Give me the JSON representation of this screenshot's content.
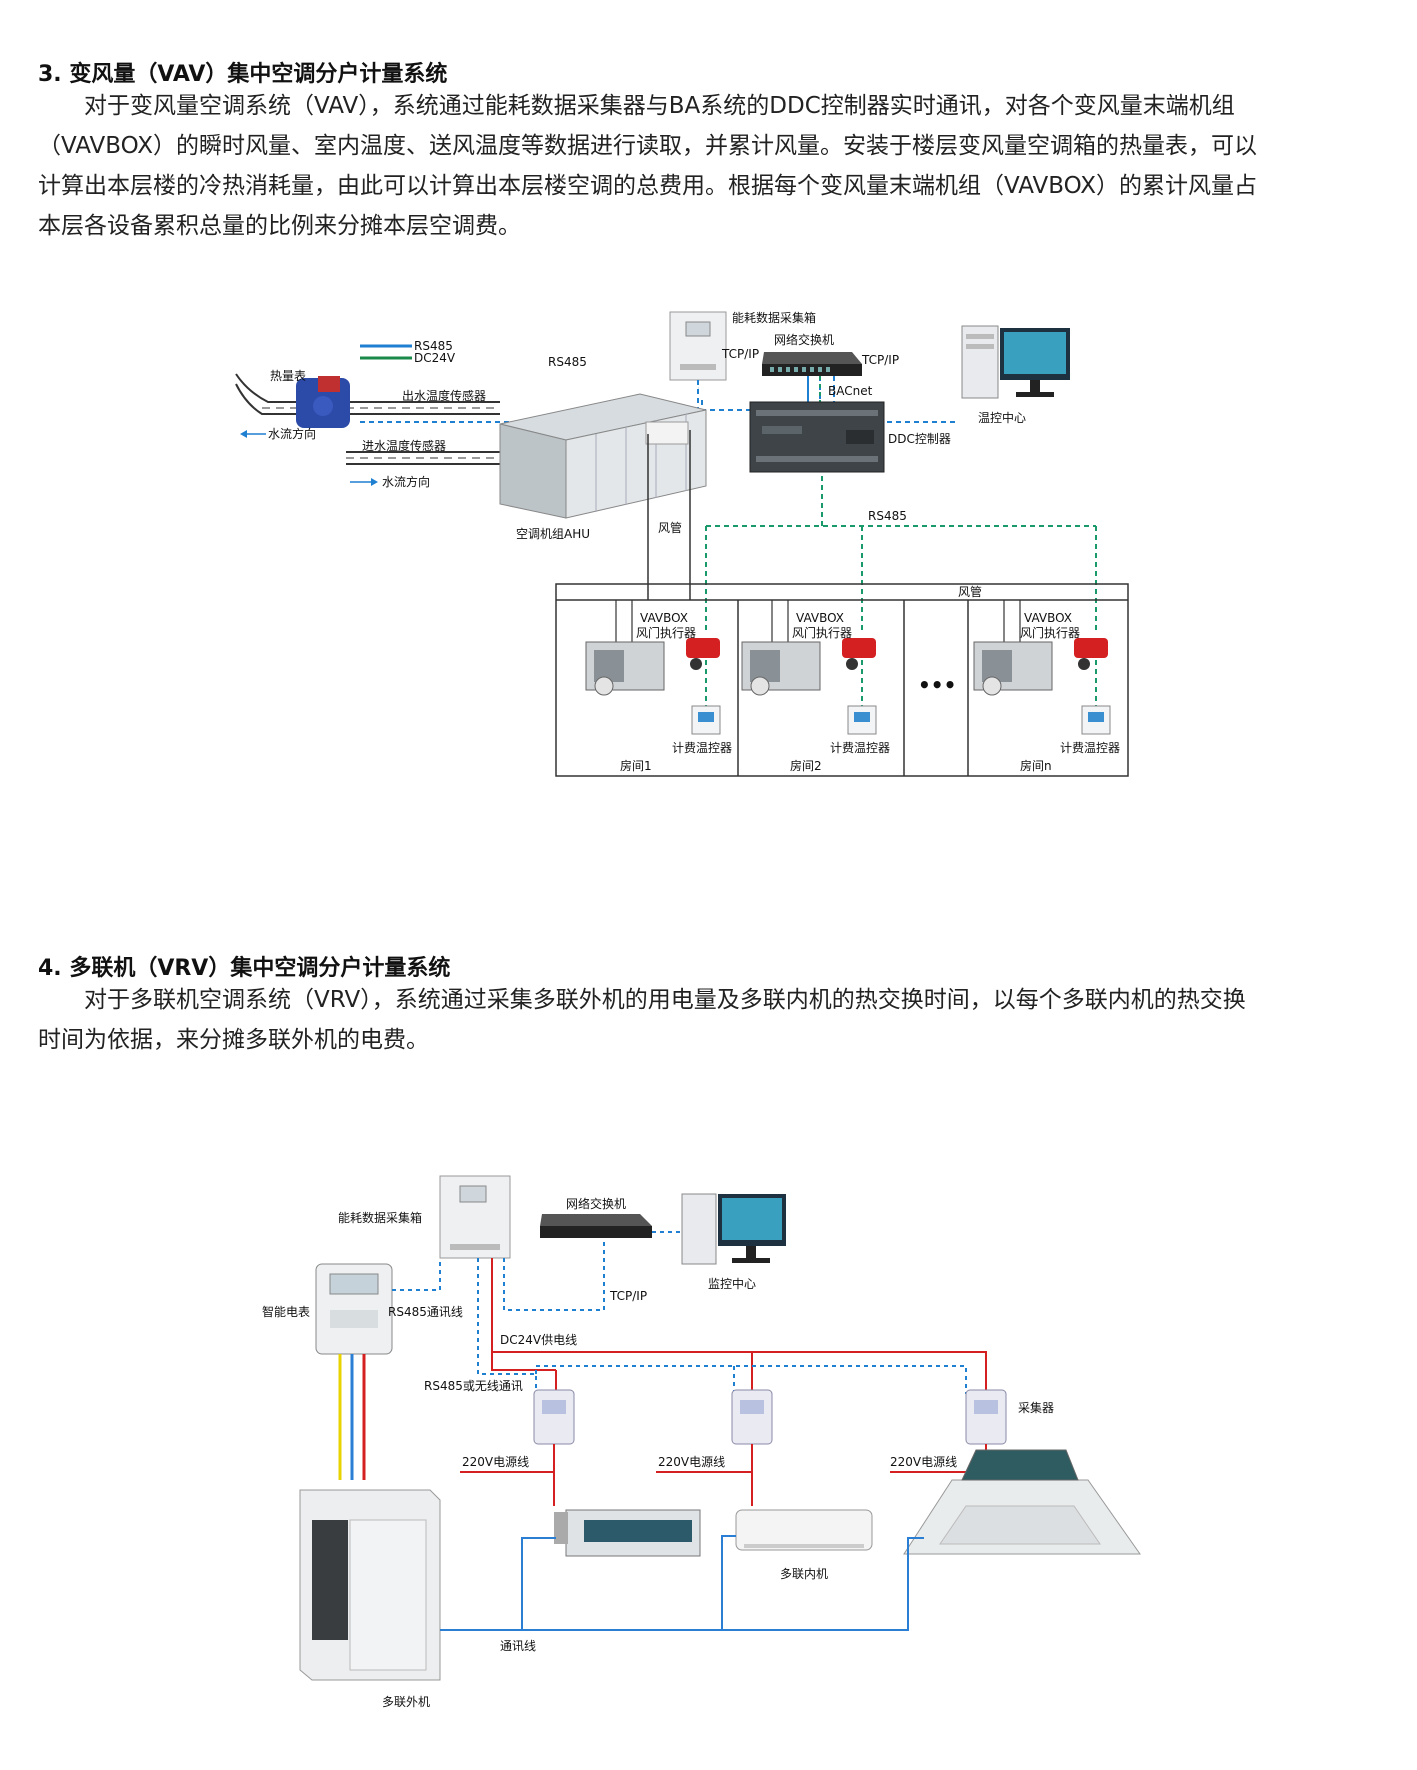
{
  "section3": {
    "heading": "3. 变风量（VAV）集中空调分户计量系统",
    "lines": [
      "　　对于变风量空调系统（VAV），系统通过能耗数据采集器与BA系统的DDC控制器实时通讯，对各个变风量末端机组",
      "（VAVBOX）的瞬时风量、室内温度、送风温度等数据进行读取，并累计风量。安装于楼层变风量空调箱的热量表，可以",
      "计算出本层楼的冷热消耗量，由此可以计算出本层楼空调的总费用。根据每个变风量末端机组（VAVBOX）的累计风量占",
      "本层各设备累积总量的比例来分摊本层空调费。"
    ],
    "diagram": {
      "collector": "能耗数据采集箱",
      "switch": "网络交换机",
      "tcpip_left": "TCP/IP",
      "tcpip_right": "TCP/IP",
      "bacnet": "BACnet",
      "ddc": "DDC控制器",
      "control_center": "温控中心",
      "legend_rs485": "RS485",
      "legend_dc24v": "DC24V",
      "rs485_top": "RS485",
      "rs485_mid": "RS485",
      "heat_meter": "热量表",
      "outlet_sensor": "出水温度传感器",
      "inlet_sensor": "进水温度传感器",
      "flow_left": "水流方向",
      "flow_right": "水流方向",
      "ahu": "空调机组AHU",
      "duct_vertical": "风管",
      "duct_horizontal": "风管",
      "vavbox": "VAVBOX",
      "actuator": "风门执行器",
      "thermostat": "计费温控器",
      "ellipsis": "•••",
      "rooms": [
        "房间1",
        "房间2",
        "房间n"
      ]
    }
  },
  "section4": {
    "heading": "4. 多联机（VRV）集中空调分户计量系统",
    "lines": [
      "　　对于多联机空调系统（VRV），系统通过采集多联外机的用电量及多联内机的热交换时间，以每个多联内机的热交换",
      "时间为依据，来分摊多联外机的电费。"
    ],
    "diagram": {
      "collector": "能耗数据采集箱",
      "switch": "网络交换机",
      "monitor_center": "监控中心",
      "tcpip": "TCP/IP",
      "smart_meter": "智能电表",
      "rs485_line": "RS485通讯线",
      "dc24v_line": "DC24V供电线",
      "rs485_wireless": "RS485或无线通讯",
      "collector_device": "采集器",
      "power_220v": "220V电源线",
      "indoor_unit": "多联内机",
      "comm_line": "通讯线",
      "outdoor_unit": "多联外机"
    }
  },
  "colors": {
    "rs485": "#1f7fd0",
    "dc24v": "#1a8a4a",
    "dashed_green": "#1a9a6a",
    "red_line": "#d42020",
    "blue_line": "#2a7fd4",
    "yellow_line": "#e8d200"
  }
}
